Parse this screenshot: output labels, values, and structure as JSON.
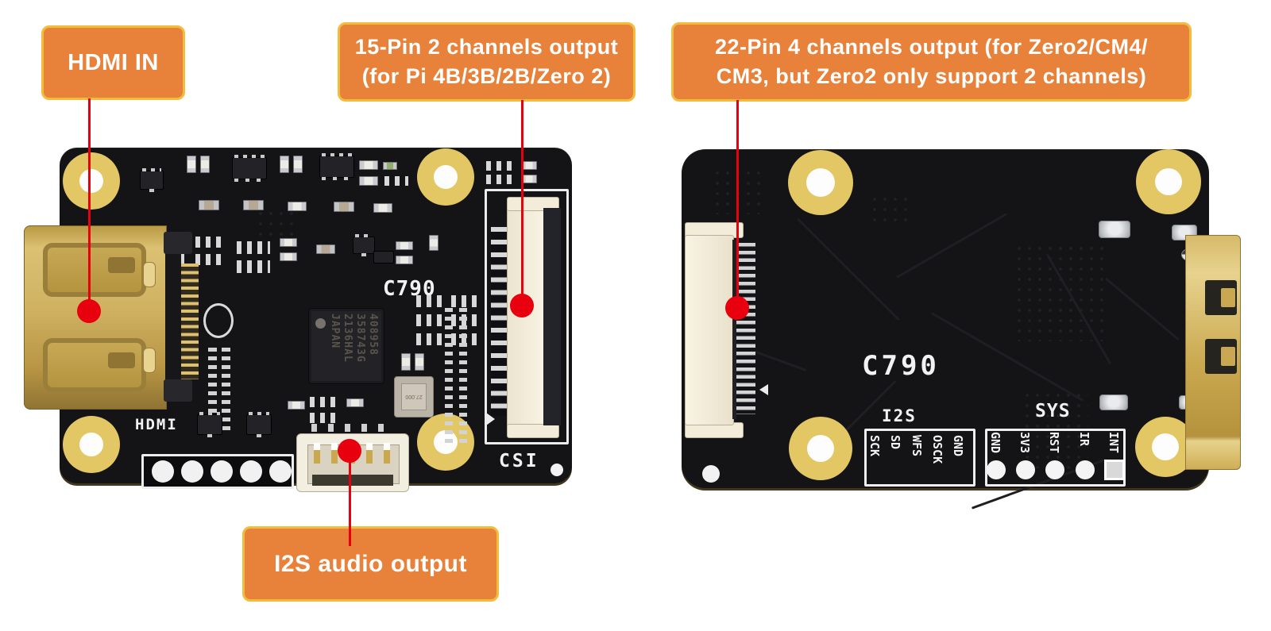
{
  "callouts": {
    "hdmi_in": {
      "text": "HDMI IN"
    },
    "csi_15pin": {
      "line1": "15-Pin 2 channels output",
      "line2": "(for Pi 4B/3B/2B/Zero 2)"
    },
    "csi_22pin": {
      "line1": "22-Pin 4 channels output (for Zero2/CM4/",
      "line2": "CM3, but Zero2 only support 2 channels)"
    },
    "i2s_audio": {
      "text": "I2S audio output"
    }
  },
  "front_board": {
    "model": "C790",
    "hdmi_label": "HDMI",
    "csi_label": "CSI",
    "chip": {
      "lines": [
        "408958",
        "358743G",
        "2136HAL",
        "JAPAN"
      ]
    },
    "crystal": "27.000"
  },
  "back_board": {
    "model": "C790",
    "i2s_header": {
      "title": "I2S",
      "pins": [
        "SCK",
        "SD",
        "WFS",
        "OSCK",
        "GND"
      ]
    },
    "sys_header": {
      "title": "SYS",
      "pins": [
        "GND",
        "3V3",
        "RST",
        "IR",
        "INT"
      ]
    }
  },
  "colors": {
    "callout_fill": "#E8823B",
    "callout_border": "#F2BC3C",
    "annotation_red": "#E8000F",
    "pcb_black": "#141416",
    "hole_gold": "#E3C765"
  }
}
